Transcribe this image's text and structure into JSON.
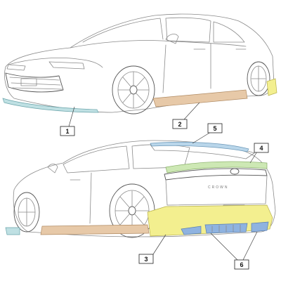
{
  "callouts": [
    {
      "id": "1",
      "text": "1"
    },
    {
      "id": "2",
      "text": "2"
    },
    {
      "id": "3",
      "text": "3"
    },
    {
      "id": "4",
      "text": "4"
    },
    {
      "id": "5",
      "text": "5"
    },
    {
      "id": "6",
      "text": "6"
    }
  ],
  "badge_text": "CROWN",
  "colors": {
    "front_lip": "#bfe0e3",
    "side_skirt": "#e7c9a8",
    "rear_bumper": "#f3ef8f",
    "trunk_spoiler": "#cde8b4",
    "roof_spoiler": "#b9d6ea",
    "rear_diffuser": "#8fb3e0",
    "outline": "#8a8a8a"
  }
}
